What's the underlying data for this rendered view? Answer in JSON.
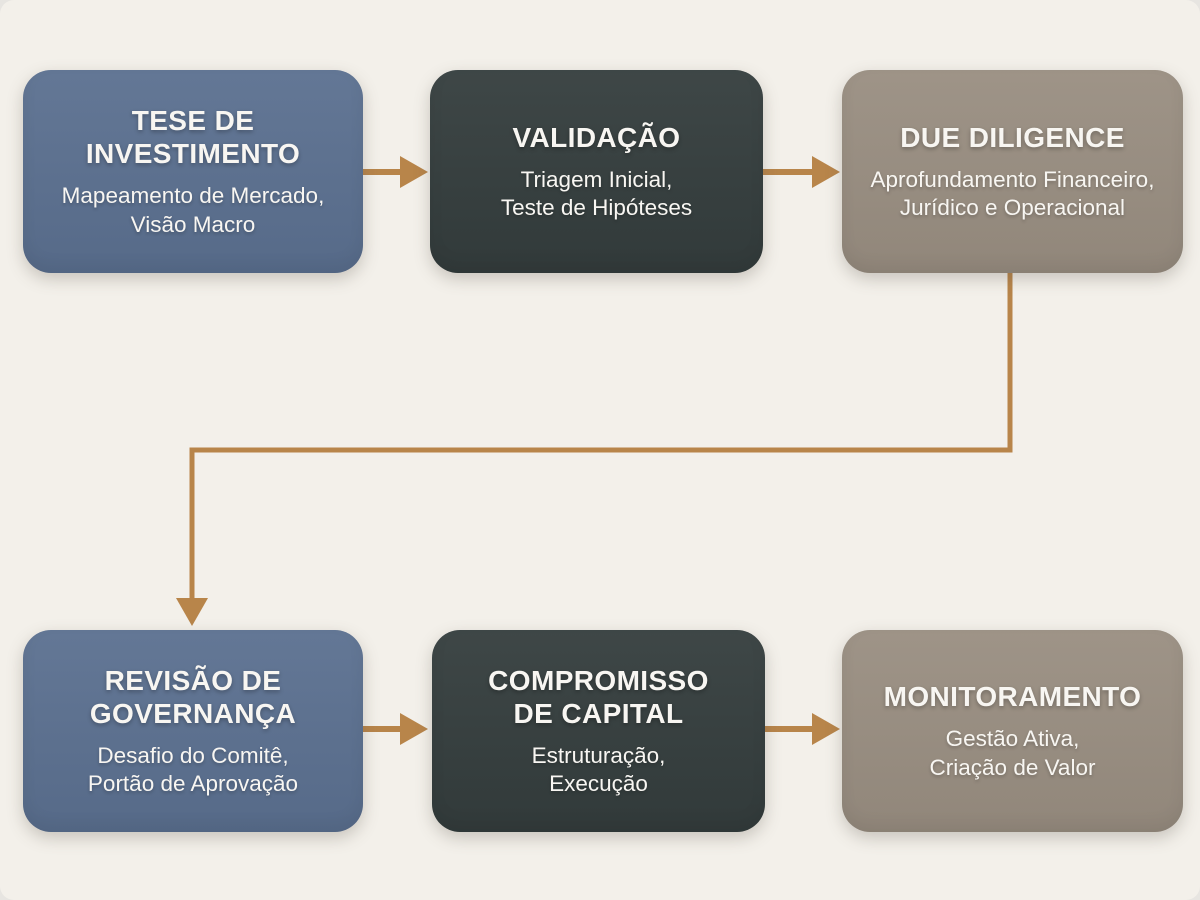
{
  "colors": {
    "background": "#f3f0ea",
    "page_outside": "#e7e5e1",
    "box_blue": "#5b7090",
    "box_dark": "#343d3d",
    "box_taupe": "#998e81",
    "arrow": "#b8854a",
    "text": "#f8f6f2"
  },
  "diagram": {
    "steps": [
      {
        "id": "tese-de-investimento",
        "title": "TESE DE\nINVESTIMENTO",
        "subtitle": "Mapeamento de Mercado,\nVisão Macro",
        "variant": "blue"
      },
      {
        "id": "validacao",
        "title": "VALIDAÇÃO",
        "subtitle": "Triagem Inicial,\nTeste de Hipóteses",
        "variant": "dark"
      },
      {
        "id": "due-diligence",
        "title": "DUE DILIGENCE",
        "subtitle": "Aprofundamento Financeiro,\nJurídico e Operacional",
        "variant": "taupe"
      },
      {
        "id": "revisao-de-governanca",
        "title": "REVISÃO DE\nGOVERNANÇA",
        "subtitle": "Desafio do Comitê,\nPortão de Aprovação",
        "variant": "blue"
      },
      {
        "id": "compromisso-de-capital",
        "title": "COMPROMISSO\nDE CAPITAL",
        "subtitle": "Estruturação,\nExecução",
        "variant": "dark"
      },
      {
        "id": "monitoramento",
        "title": "MONITORAMENTO",
        "subtitle": "Gestão Ativa,\nCriação de Valor",
        "variant": "taupe"
      }
    ],
    "connections": [
      {
        "from": "tese-de-investimento",
        "to": "validacao"
      },
      {
        "from": "validacao",
        "to": "due-diligence"
      },
      {
        "from": "due-diligence",
        "to": "revisao-de-governanca"
      },
      {
        "from": "revisao-de-governanca",
        "to": "compromisso-de-capital"
      },
      {
        "from": "compromisso-de-capital",
        "to": "monitoramento"
      }
    ]
  }
}
